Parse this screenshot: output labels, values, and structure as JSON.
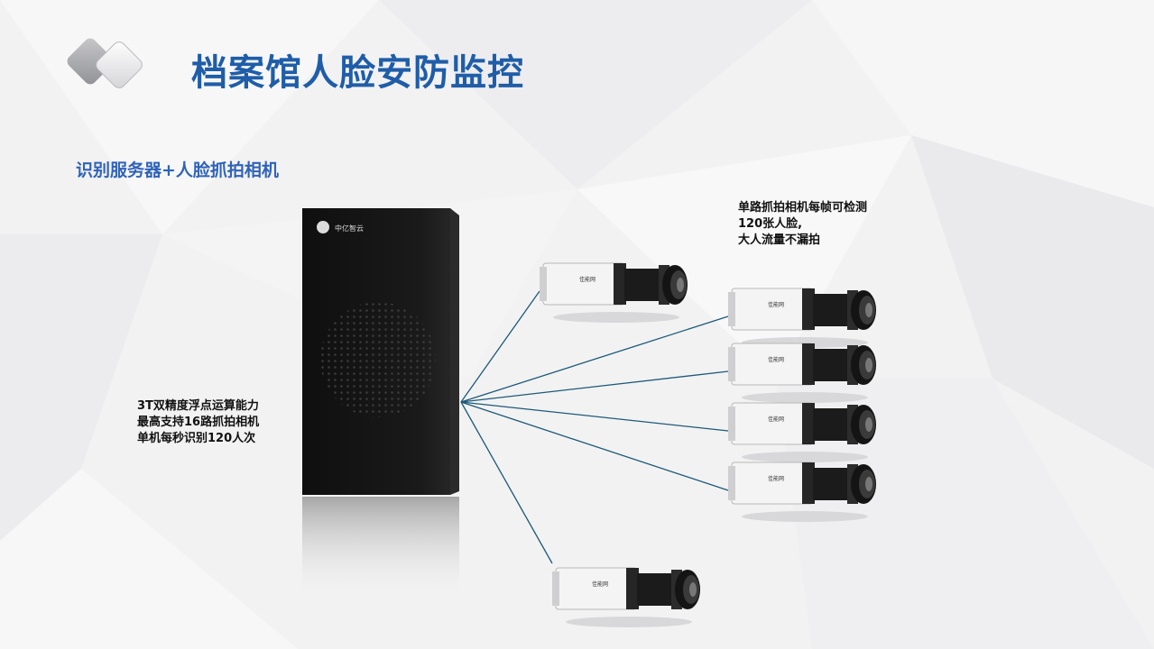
{
  "slide": {
    "title": "档案馆人脸安防监控",
    "subtitle": "识别服务器+人脸抓拍相机"
  },
  "server": {
    "brand": "中亿智云",
    "specs": [
      "3T双精度浮点运算能力",
      "最高支持16路抓拍相机",
      "单机每秒识别120人次"
    ]
  },
  "cameras": {
    "caption": [
      "单路抓拍相机每帧可检测",
      "120张人脸,",
      "大人流量不漏拍"
    ],
    "badge": "佳能网"
  },
  "colors": {
    "title": "#1f5da8",
    "subtitle": "#2f63b8",
    "connector": "#1d5a78",
    "server_body": "#141414"
  }
}
